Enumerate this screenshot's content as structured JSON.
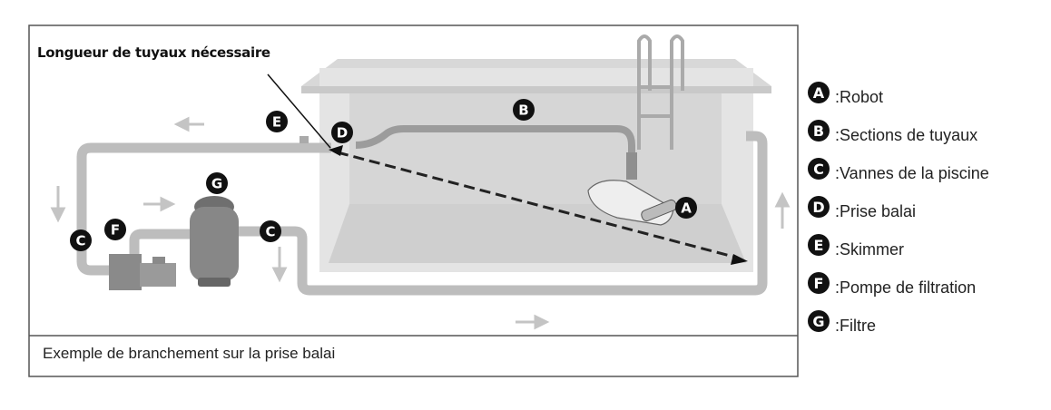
{
  "diagram": {
    "title": "Longueur de tuyaux nécessaire",
    "caption": "Exemple de branchement sur la prise balai",
    "markers": [
      {
        "letter": "A",
        "label": "Robot"
      },
      {
        "letter": "B",
        "label": "Sections de tuyaux"
      },
      {
        "letter": "C",
        "label": "Vannes de la piscine"
      },
      {
        "letter": "D",
        "label": "Prise balai"
      },
      {
        "letter": "E",
        "label": "Skimmer"
      },
      {
        "letter": "F",
        "label": "Pompe de filtration"
      },
      {
        "letter": "G",
        "label": "Filtre"
      }
    ],
    "legend_separator": ": "
  }
}
